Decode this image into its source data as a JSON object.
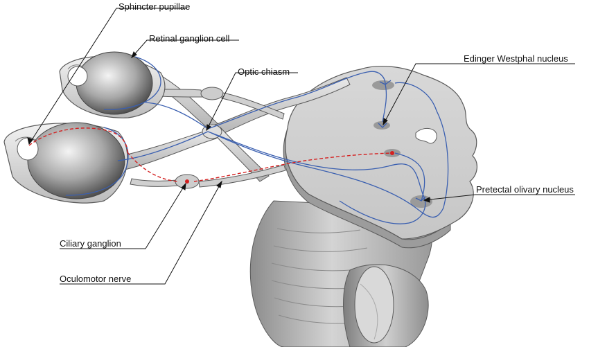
{
  "labels": {
    "sphincter_pupillae": "Sphincter pupillae",
    "retinal_ganglion_cell": "Retinal ganglion cell",
    "optic_chiasm": "Optic chiasm",
    "edinger_westphal_nucleus": "Edinger Westphal nucleus",
    "pretectal_olivary_nucleus": "Pretectal olivary nucleus",
    "ciliary_ganglion": "Ciliary ganglion",
    "oculomotor_nerve": "Oculomotor nerve"
  },
  "colors": {
    "afferent_pathway": "#3a5fb0",
    "efferent_pathway": "#d42020",
    "tissue_light": "#e4e4e4",
    "tissue_mid": "#bdbdbd",
    "tissue_dark": "#8a8a8a",
    "outline": "#5a5a5a",
    "leader_line": "#111111"
  }
}
